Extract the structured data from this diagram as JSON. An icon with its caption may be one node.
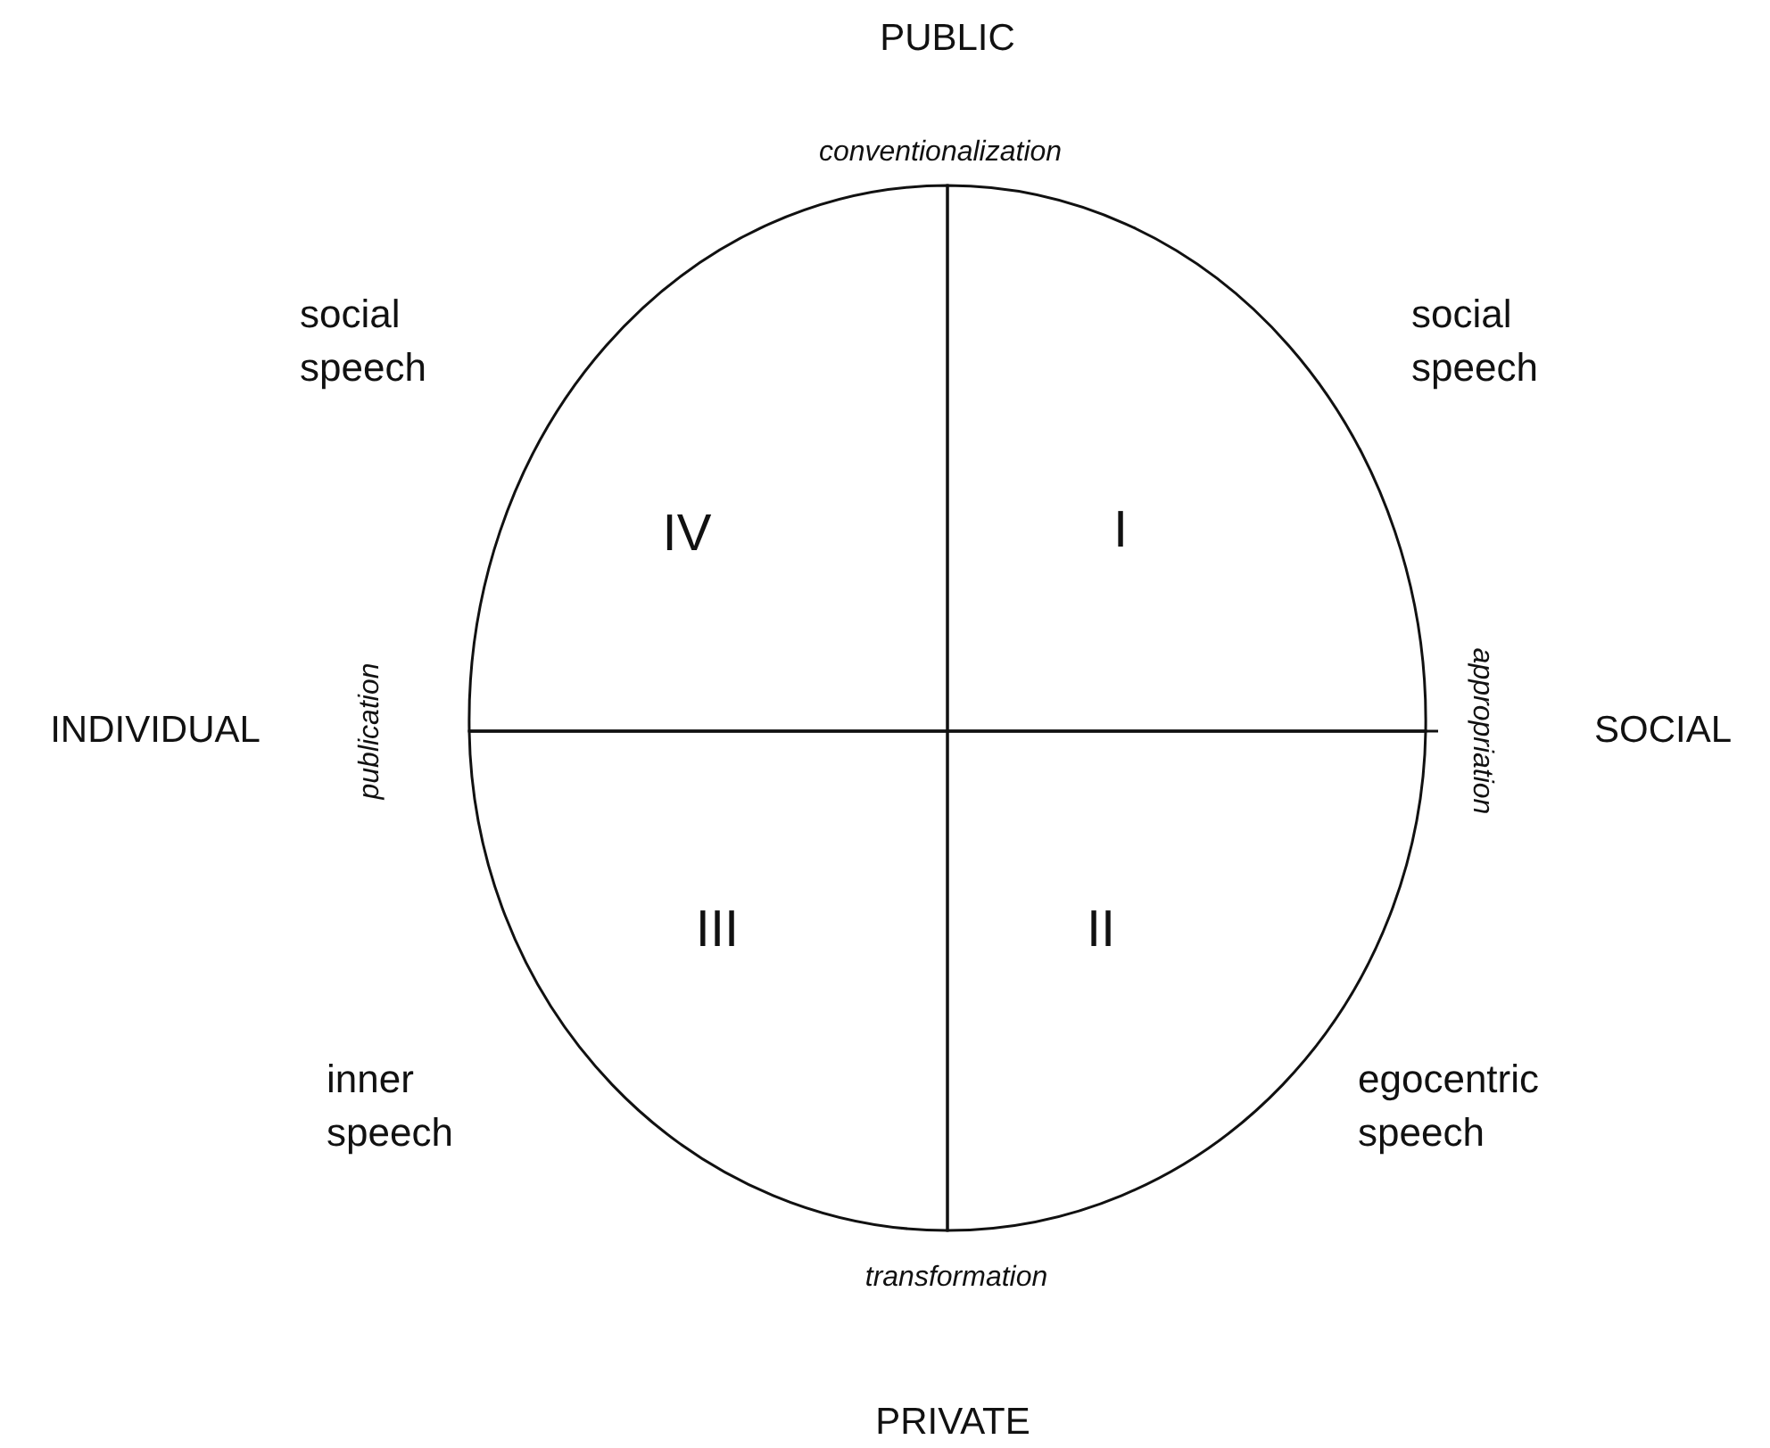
{
  "diagram": {
    "nodes": [
      {
        "text": [
          "IV"
        ]
      },
      {
        "text": [
          "I"
        ]
      },
      {
        "text": [
          "III"
        ]
      },
      {
        "text": [
          "II"
        ]
      }
    ],
    "labels": [
      "PUBLIC",
      "conventionalization",
      "social speech",
      "social speech",
      "INDIVIDUAL",
      "publication",
      "appropriation",
      "SOCIAL",
      "inner speech",
      "egocentric speech",
      "transformation",
      "PRIVATE"
    ]
  }
}
